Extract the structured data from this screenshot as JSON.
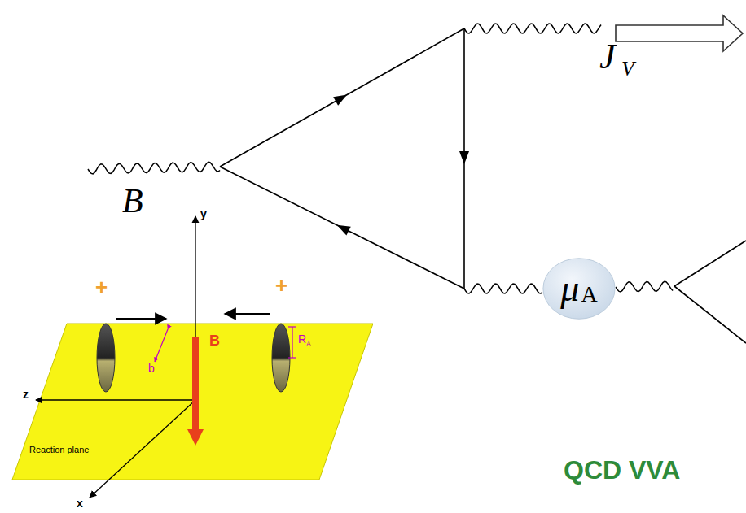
{
  "diagram": {
    "nodes": [
      {
        "text": [
          "μ",
          "A"
        ]
      }
    ],
    "labels": [
      "B",
      "J",
      "V",
      "QCD VVA",
      "+",
      "+",
      "y",
      "z",
      "x",
      "B",
      "b",
      "R",
      "A",
      "Reaction plane"
    ]
  }
}
